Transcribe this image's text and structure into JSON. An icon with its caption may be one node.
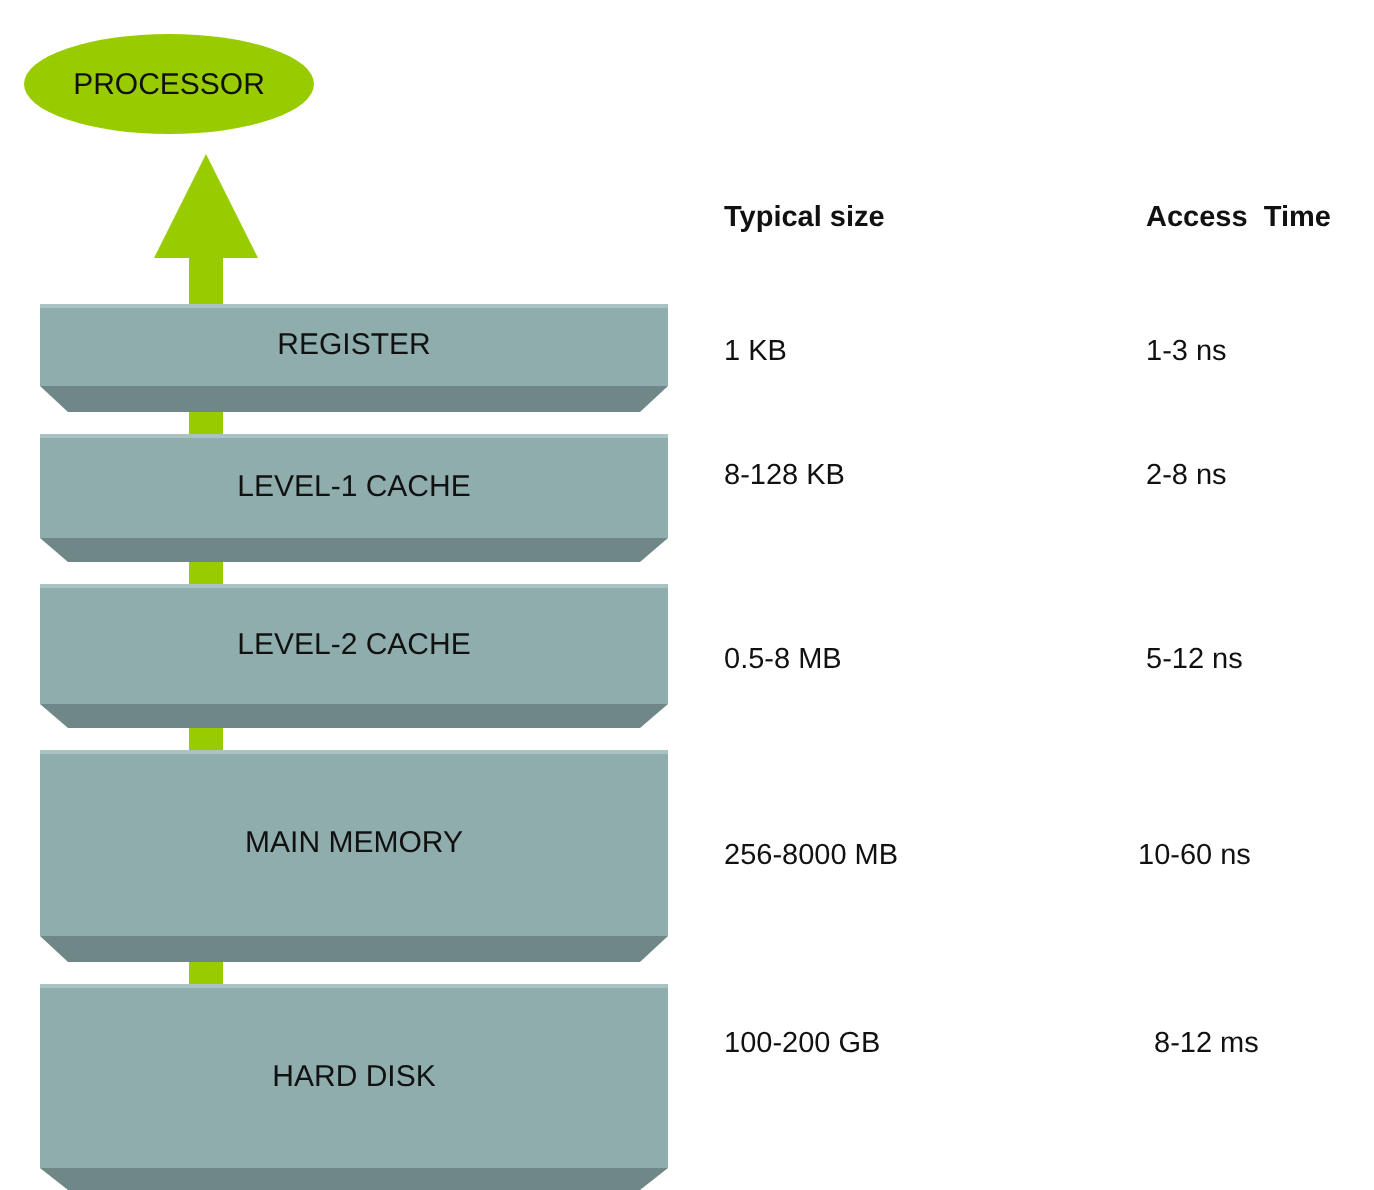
{
  "diagram": {
    "nodes": [
      {
        "text": [
          "PROCESSOR"
        ]
      },
      {
        "text": [
          "REGISTER"
        ]
      },
      {
        "text": [
          "LEVEL-1 CACHE"
        ]
      },
      {
        "text": [
          "LEVEL-2 CACHE"
        ]
      },
      {
        "text": [
          "MAIN MEMORY"
        ]
      },
      {
        "text": [
          "HARD DISK"
        ]
      }
    ],
    "edges": [
      {
        "from": 5,
        "to": 4,
        "arrow": "none"
      },
      {
        "from": 4,
        "to": 3,
        "arrow": "none"
      },
      {
        "from": 3,
        "to": 2,
        "arrow": "none"
      },
      {
        "from": 2,
        "to": 1,
        "arrow": "none"
      },
      {
        "from": 1,
        "to": 0,
        "arrow": "to"
      }
    ],
    "labels": [
      "Typical size",
      "Access  Time",
      "1 KB",
      "1-3 ns",
      "8-128 KB",
      "2-8 ns",
      "0.5-8 MB",
      "5-12 ns",
      "256-8000 MB",
      "10-60 ns",
      "100-200 GB",
      "8-12 ms"
    ]
  }
}
